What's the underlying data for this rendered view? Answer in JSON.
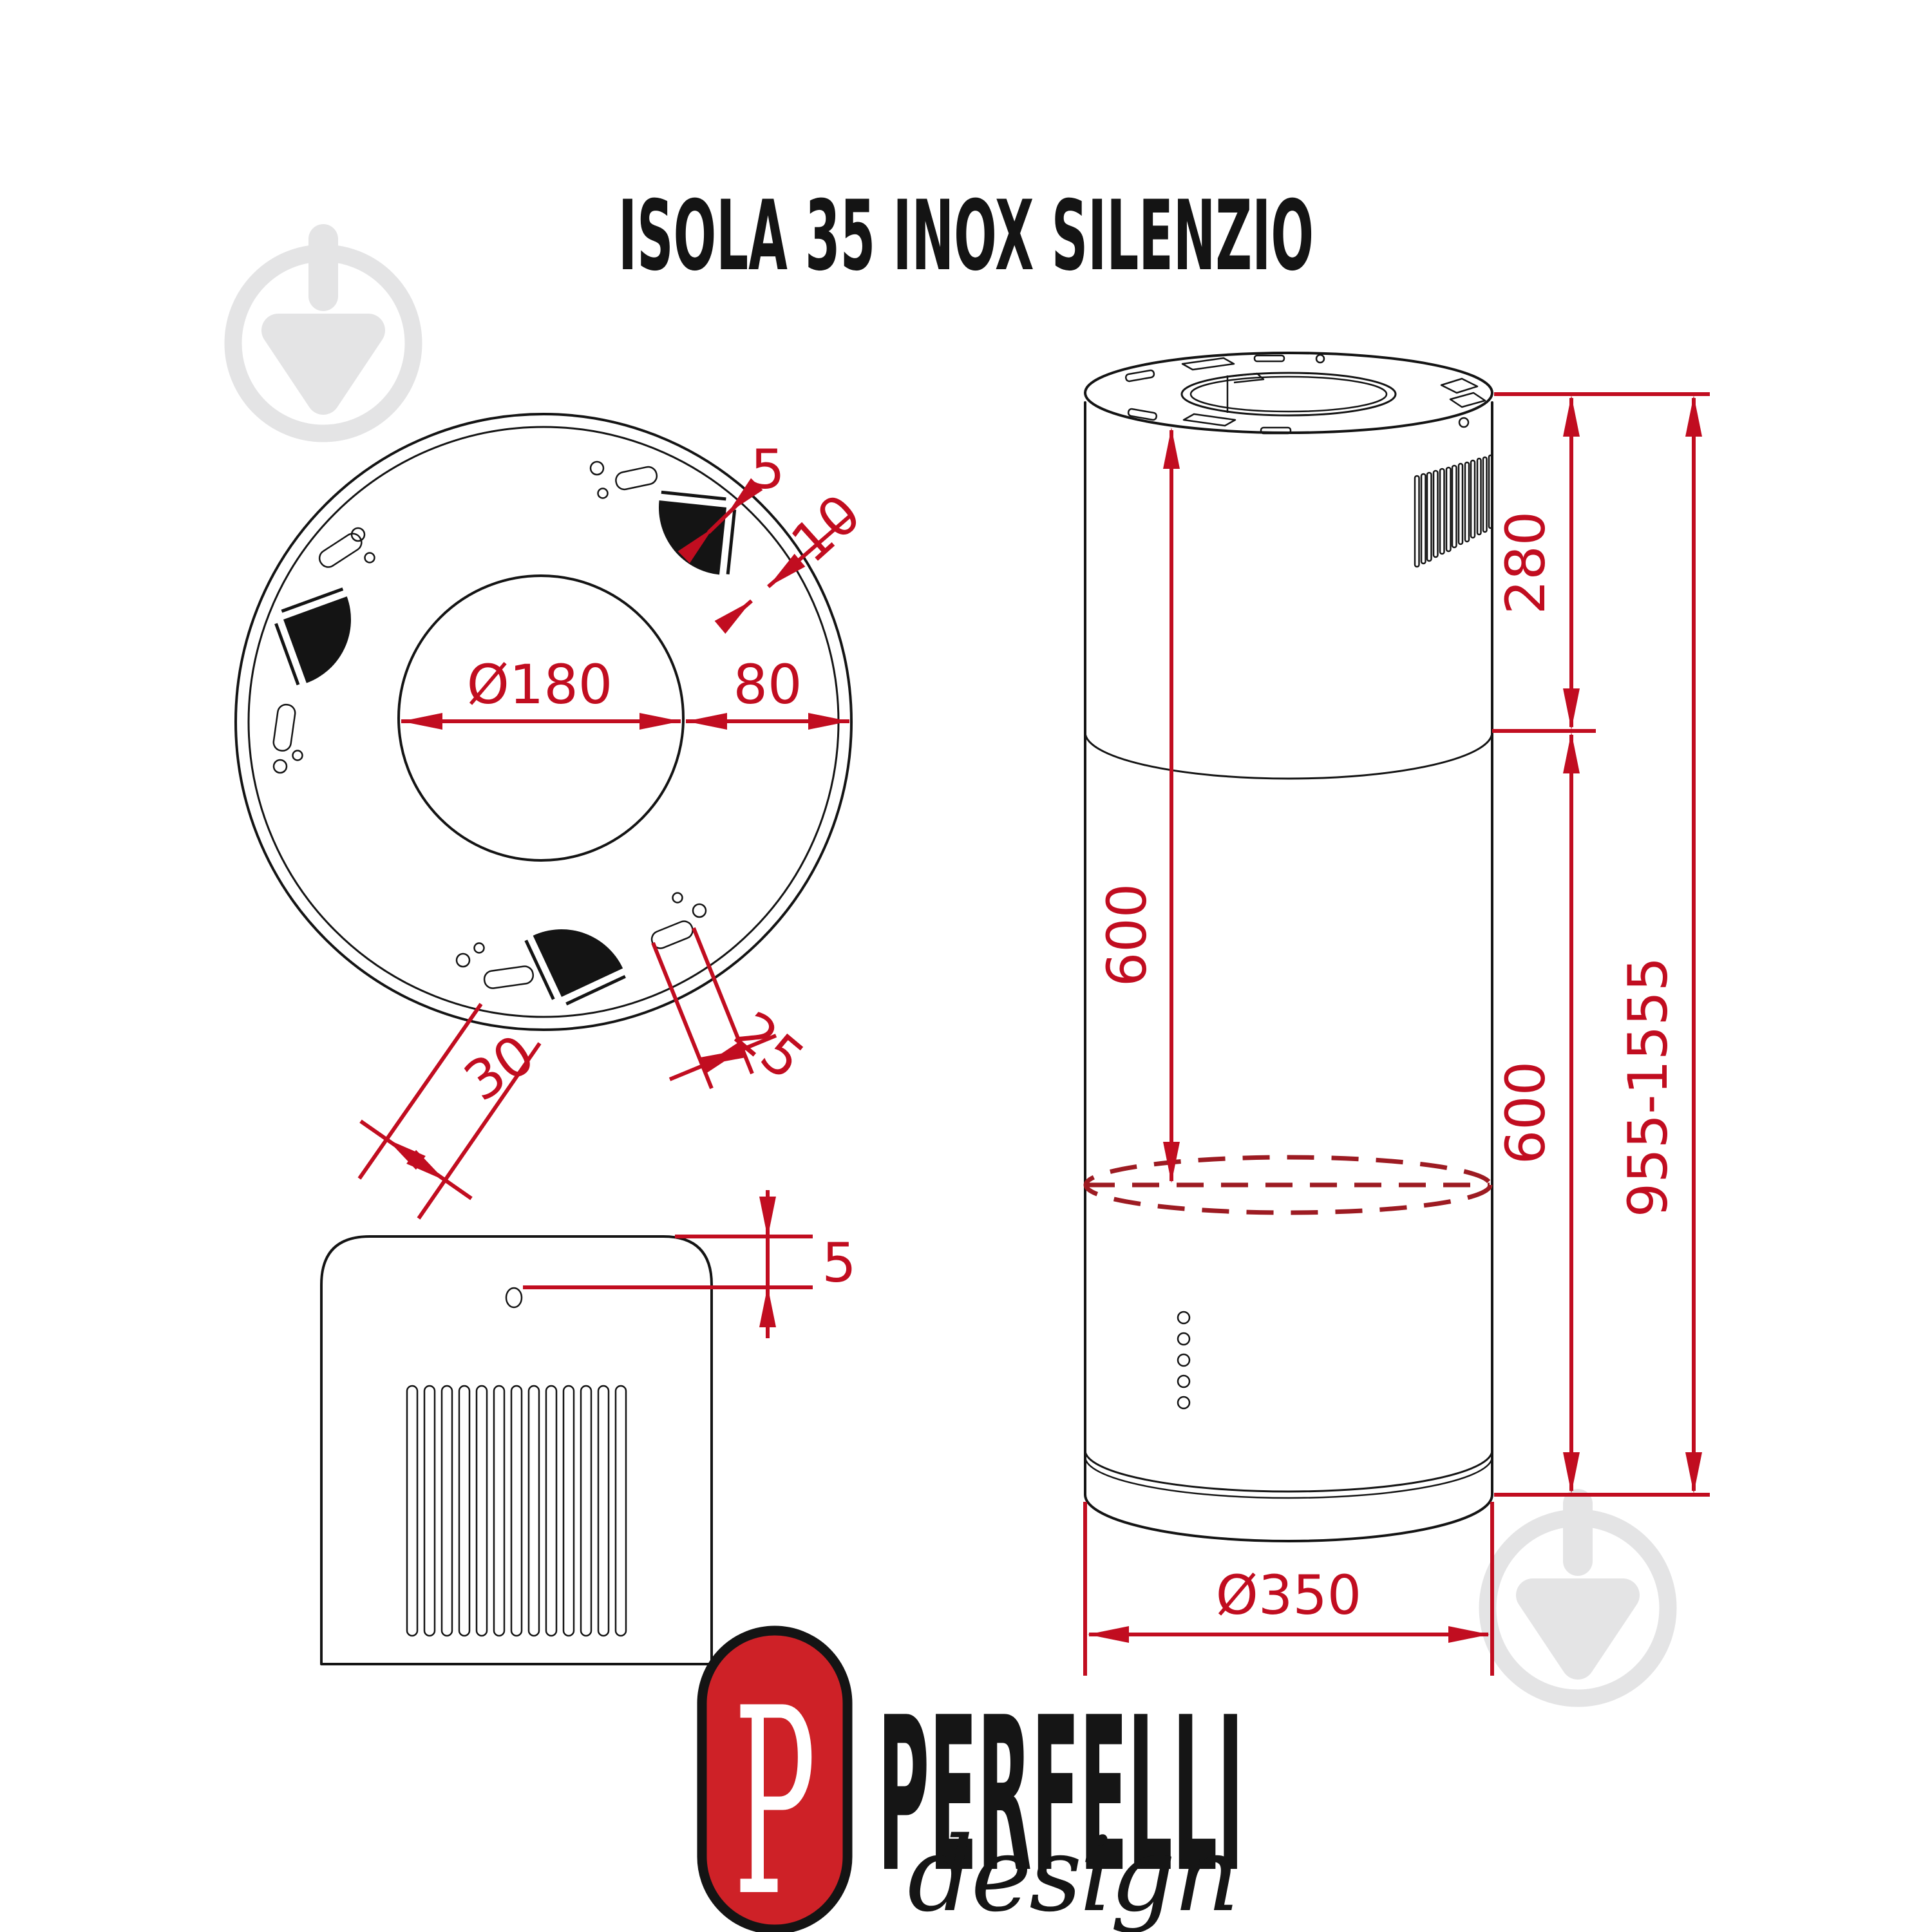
{
  "title": "ISOLA 35 INOX SILENZIO",
  "top_view": {
    "name": "hood-flange-top-view",
    "dims": {
      "hole": "Ø180",
      "rim": "80",
      "fold": "5",
      "slot": "10",
      "slot_len": "25",
      "key": "30"
    }
  },
  "side_view": {
    "name": "hood-cylinder-side-view",
    "dims": {
      "top_h": "280",
      "inner_h": "600",
      "lower_h": "600",
      "total_h": "955-1555",
      "dia": "Ø350"
    }
  },
  "filter_view": {
    "name": "grease-filter-panel-view",
    "dims": {
      "hole_off": "5"
    }
  },
  "logo": {
    "monogram": "P",
    "brand": "PERFELLI",
    "tagline": "design"
  },
  "icons": {
    "watermark": "plumb-bob-watermark-icon"
  },
  "colors": {
    "dimension_red": "#c10d20",
    "dashed_red": "#9d1b22",
    "logo_red": "#ce2127",
    "line_black": "#141414",
    "watermark_gray": "#e4e4e5"
  }
}
